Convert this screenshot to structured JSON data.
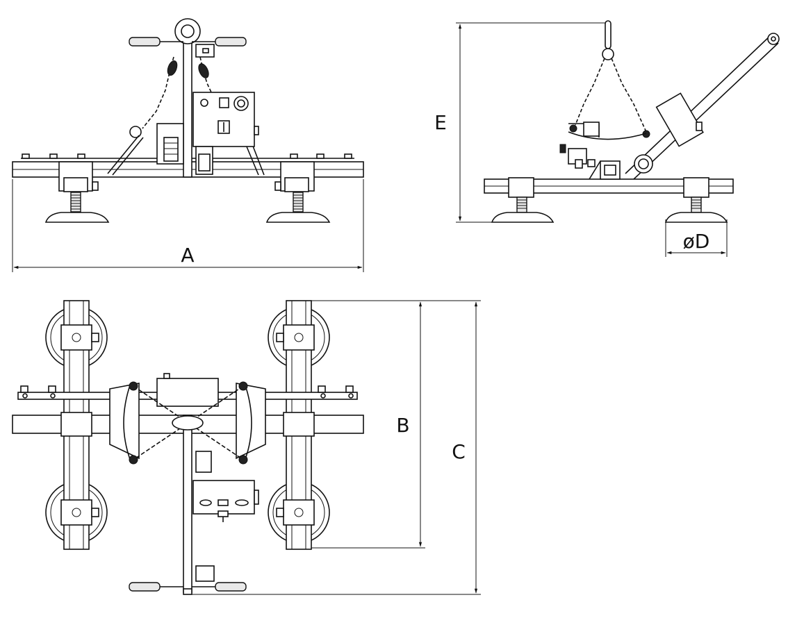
{
  "dimensions": {
    "A": "A",
    "B": "B",
    "C": "C",
    "D": "øD",
    "E": "E"
  }
}
